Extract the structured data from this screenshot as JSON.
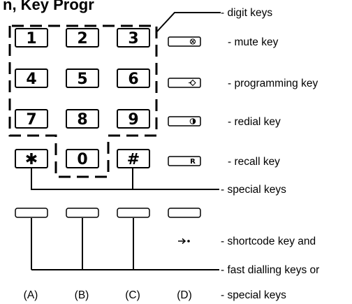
{
  "heading": "n, Key Progr",
  "keys": {
    "k1": "1",
    "k2": "2",
    "k3": "3",
    "k4": "4",
    "k5": "5",
    "k6": "6",
    "k7": "7",
    "k8": "8",
    "k9": "9",
    "star": "✱",
    "zero": "0",
    "hash": "#"
  },
  "function_key_icons": {
    "mute": "mute-symbol-icon",
    "programming": "programming-symbol-icon",
    "redial": "redial-symbol-icon",
    "recall": "R"
  },
  "labels": {
    "digit_keys": "- digit keys",
    "mute_key": "- mute key",
    "programming_key": "- programming key",
    "redial_key": "- redial key",
    "recall_key": "- recall key",
    "special_keys_1": "- special keys",
    "shortcode_key": "- shortcode key and",
    "fast_dialling": "- fast dialling keys or",
    "special_keys_2": "- special keys"
  },
  "columns": [
    "(A)",
    "(B)",
    "(C)",
    "(D)"
  ],
  "shortcode_arrow": "arrow-to-dot-icon"
}
